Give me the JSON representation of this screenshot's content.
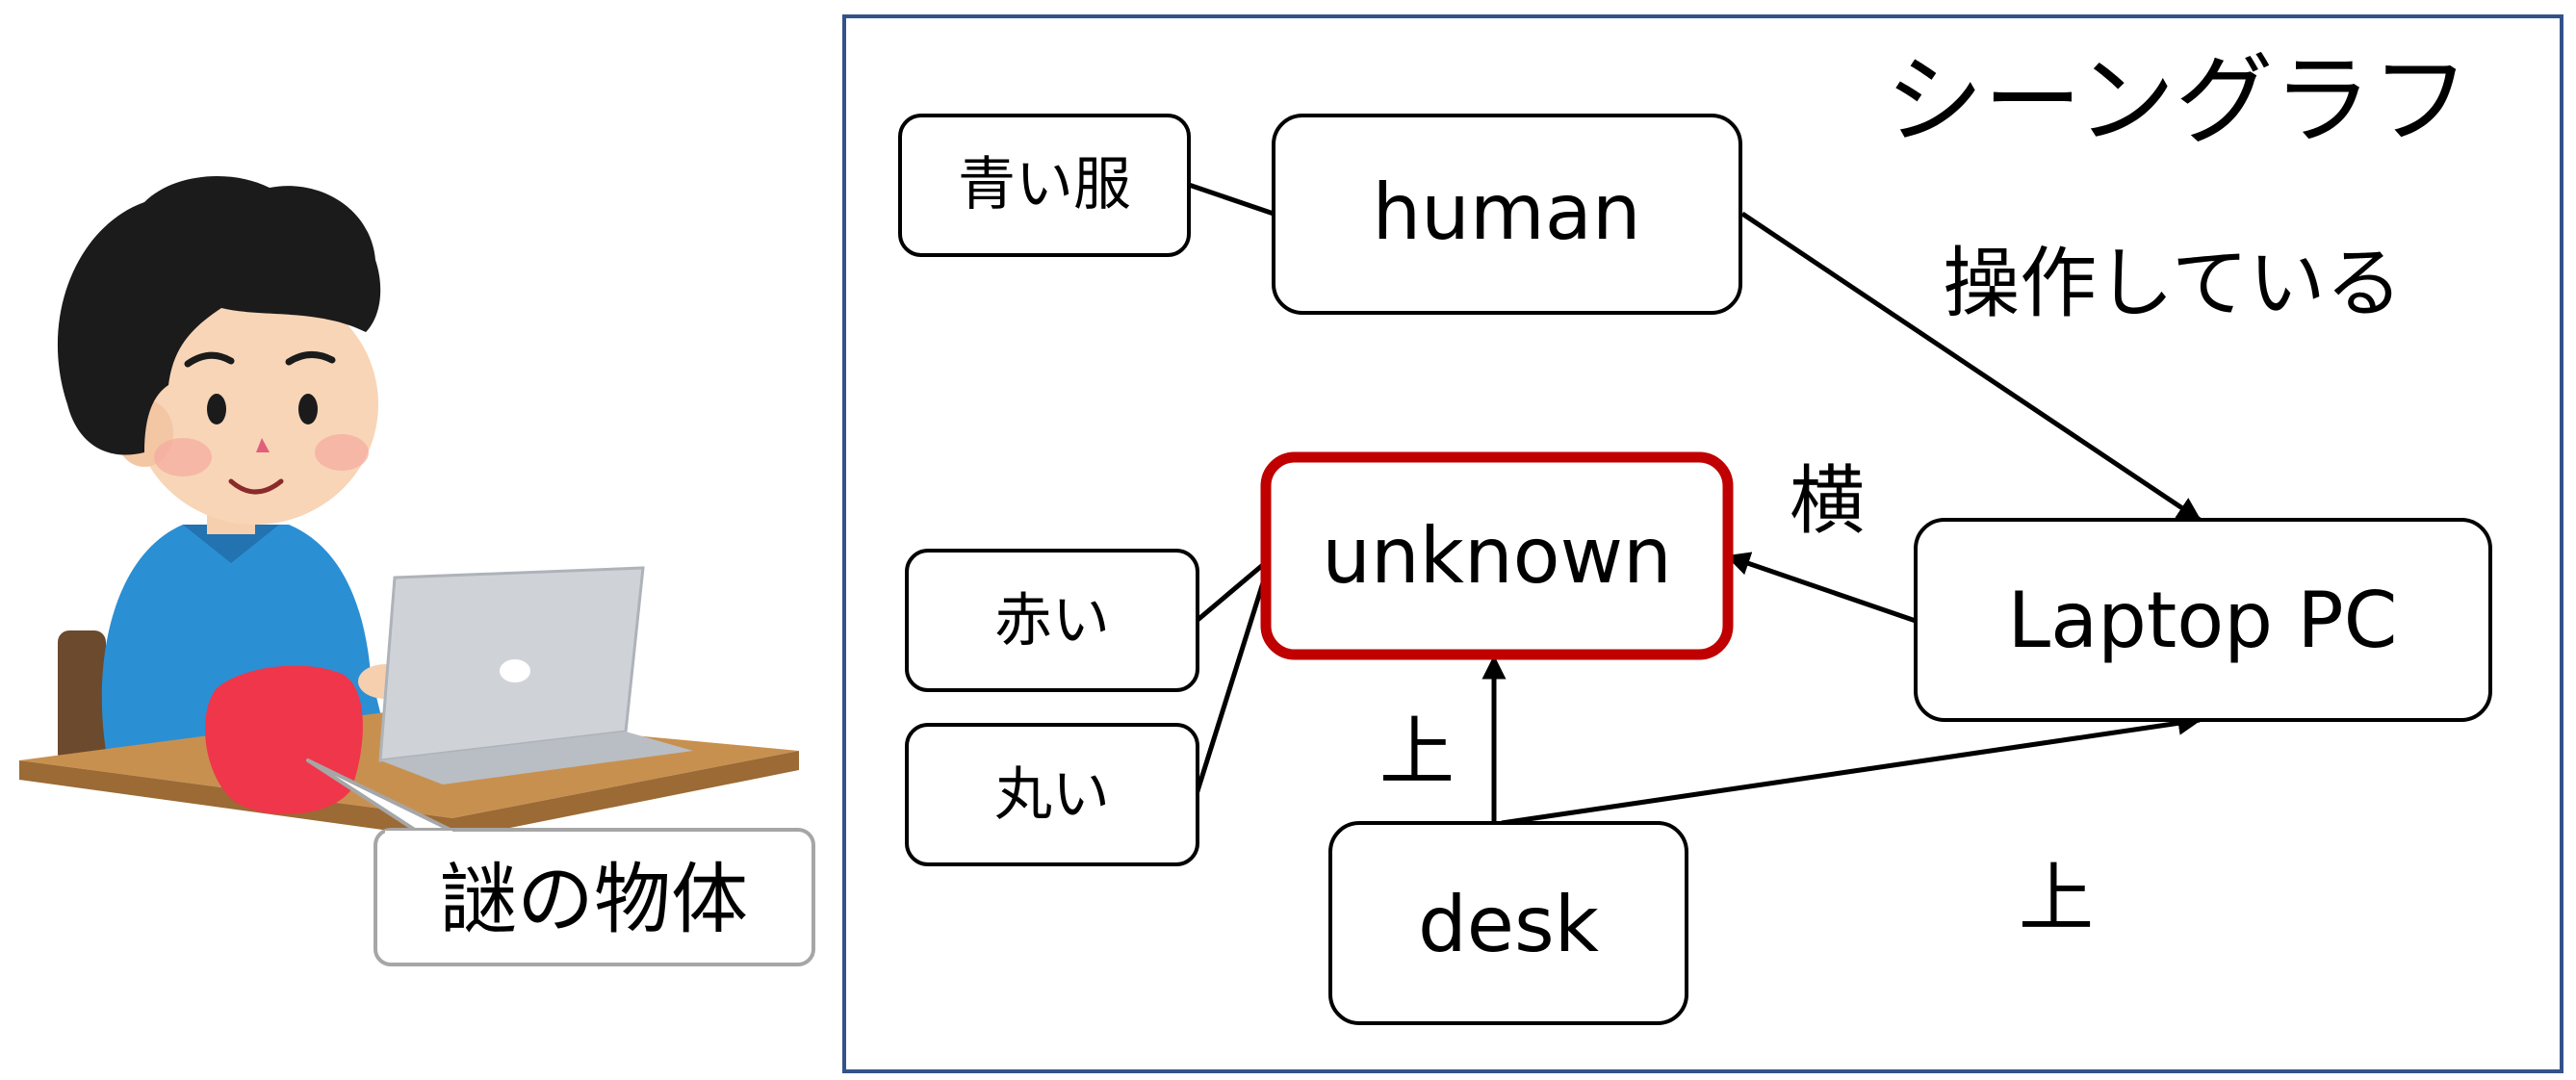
{
  "illustration": {
    "callout_label": "謎の物体"
  },
  "scene_graph": {
    "title": "シーングラフ",
    "nodes": {
      "aoi_fuku": "青い服",
      "human": "human",
      "unknown": "unknown",
      "akai": "赤い",
      "marui": "丸い",
      "laptop": "Laptop PC",
      "desk": "desk"
    },
    "edge_labels": {
      "operating": "操作している",
      "beside": "横",
      "on_unknown": "上",
      "on_laptop": "上"
    },
    "highlight_color": "#c00000",
    "frame_color": "#34528a"
  }
}
